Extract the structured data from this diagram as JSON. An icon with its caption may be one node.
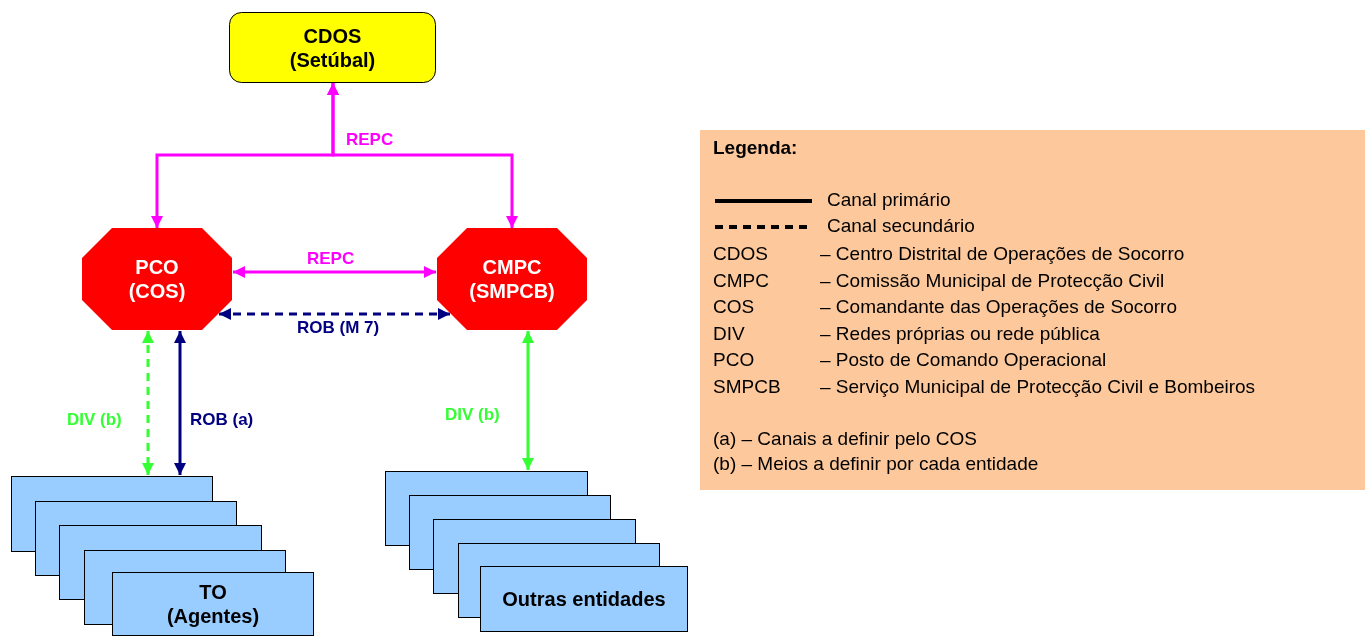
{
  "diagram": {
    "nodes": [
      {
        "text": [
          "CDOS (Setúbal)"
        ]
      },
      {
        "text": [
          "PCO (COS)"
        ]
      },
      {
        "text": [
          "CMPC (SMPCB)"
        ]
      },
      {
        "text": [],
        "shape": "box"
      },
      {
        "text": [],
        "shape": "box"
      },
      {
        "text": [],
        "shape": "box"
      },
      {
        "text": [],
        "shape": "box"
      },
      {
        "text": [
          "TO (Agentes)"
        ]
      },
      {
        "text": [],
        "shape": "box"
      },
      {
        "text": [],
        "shape": "box"
      },
      {
        "text": [],
        "shape": "box"
      },
      {
        "text": [],
        "shape": "box"
      },
      {
        "text": [
          "Outras entidades"
        ]
      }
    ],
    "edges": [
      {
        "from": 1,
        "to": 0,
        "arrow": "both",
        "label": "REPC",
        "color": "#ff00ff"
      },
      {
        "from": 2,
        "to": 0,
        "arrow": "both",
        "color": "#ff00ff"
      },
      {
        "from": 1,
        "to": 2,
        "arrow": "both",
        "label": "REPC",
        "color": "#ff00ff"
      },
      {
        "from": 1,
        "to": 2,
        "arrow": "both",
        "label": "ROB (M 7)",
        "style": "dashed",
        "color": "#000080"
      },
      {
        "from": 1,
        "to": 3,
        "arrow": "both",
        "label": "DIV (b)",
        "style": "dashed",
        "color": "#33ff33"
      },
      {
        "from": 1,
        "to": 3,
        "arrow": "both",
        "label": "ROB (a)",
        "color": "#000080"
      },
      {
        "from": 2,
        "to": 8,
        "arrow": "both",
        "label": "DIV (b)",
        "color": "#33ff33"
      }
    ],
    "labels": [
      "Legenda:",
      "CDOS",
      "– Centro Distrital de Operações de Socorro",
      "CMPC",
      "– Comissão Municipal de Protecção Civil",
      "COS",
      "– Comandante das Operações de Socorro",
      "DIV",
      "– Redes próprias ou rede pública",
      "PCO",
      "– Posto de Comando Operacional",
      "SMPCB",
      "– Serviço Municipal de Protecção Civil e Bombeiros",
      "(a) – Canais a definir pelo COS",
      "(b) – Meios a definir por cada entidade"
    ],
    "legend": [
      {
        "text": "Canal primário"
      },
      {
        "text": "Canal secundário"
      }
    ]
  }
}
